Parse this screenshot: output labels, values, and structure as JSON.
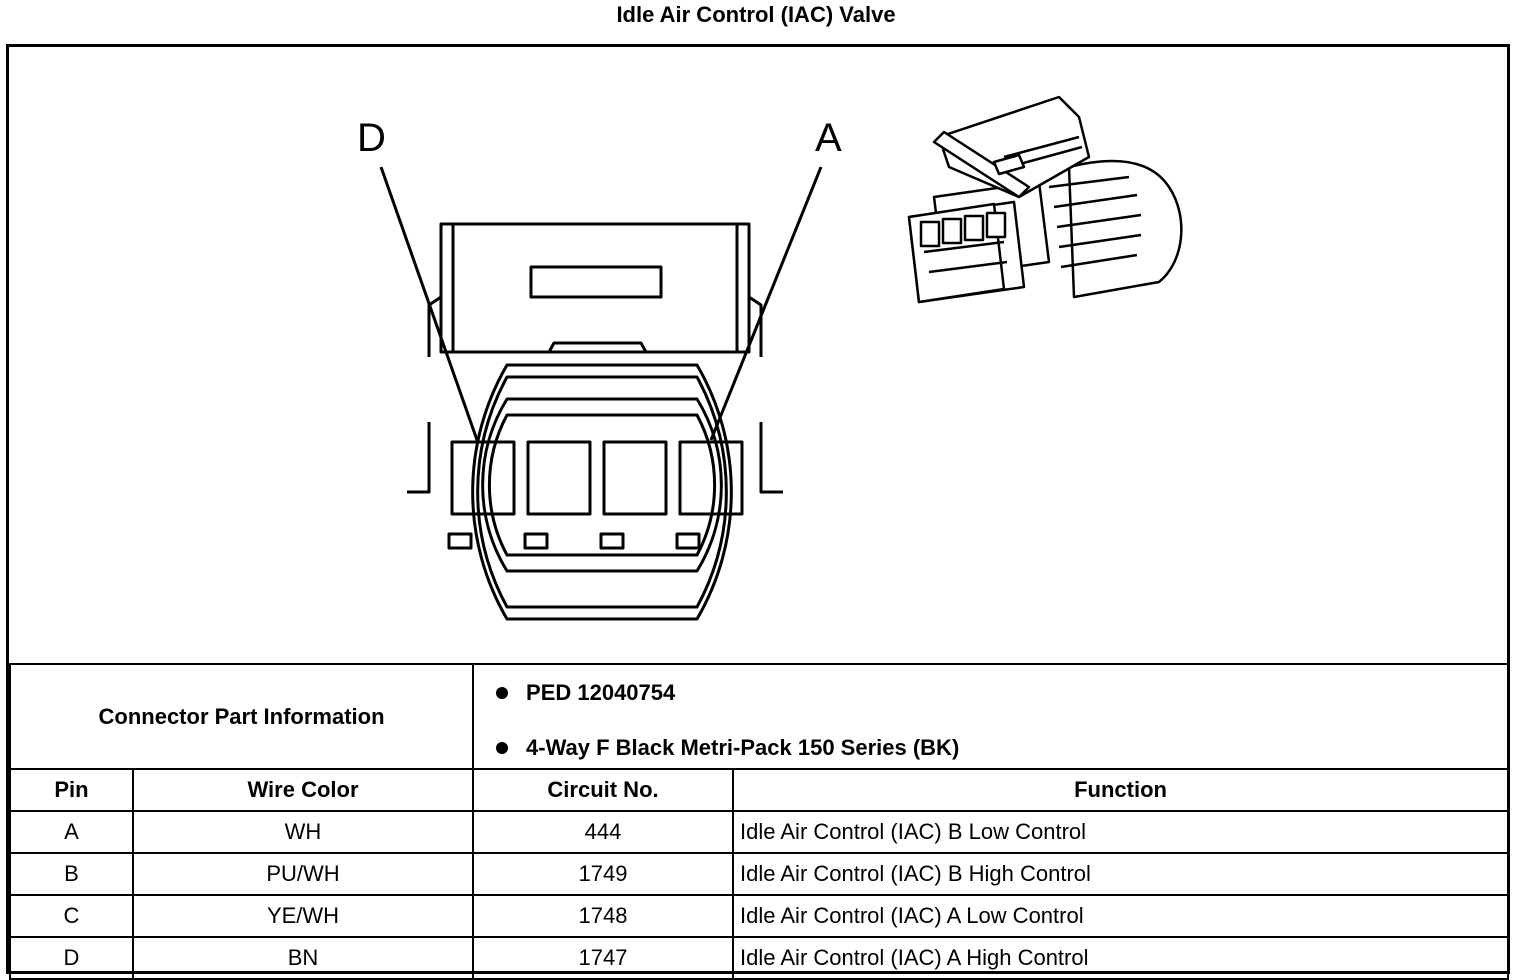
{
  "title": "Idle Air Control (IAC) Valve",
  "diagram": {
    "pin_labels": [
      "D",
      "A"
    ]
  },
  "connector_info": {
    "label": "Connector Part Information",
    "items": [
      "PED 12040754",
      "4-Way F Black Metri-Pack 150 Series (BK)"
    ]
  },
  "table": {
    "headers": [
      "Pin",
      "Wire Color",
      "Circuit No.",
      "Function"
    ],
    "rows": [
      [
        "A",
        "WH",
        "444",
        "Idle Air Control (IAC) B Low Control"
      ],
      [
        "B",
        "PU/WH",
        "1749",
        "Idle Air Control (IAC) B High Control"
      ],
      [
        "C",
        "YE/WH",
        "1748",
        "Idle Air Control (IAC) A Low Control"
      ],
      [
        "D",
        "BN",
        "1747",
        "Idle Air Control (IAC) A High Control"
      ]
    ]
  }
}
